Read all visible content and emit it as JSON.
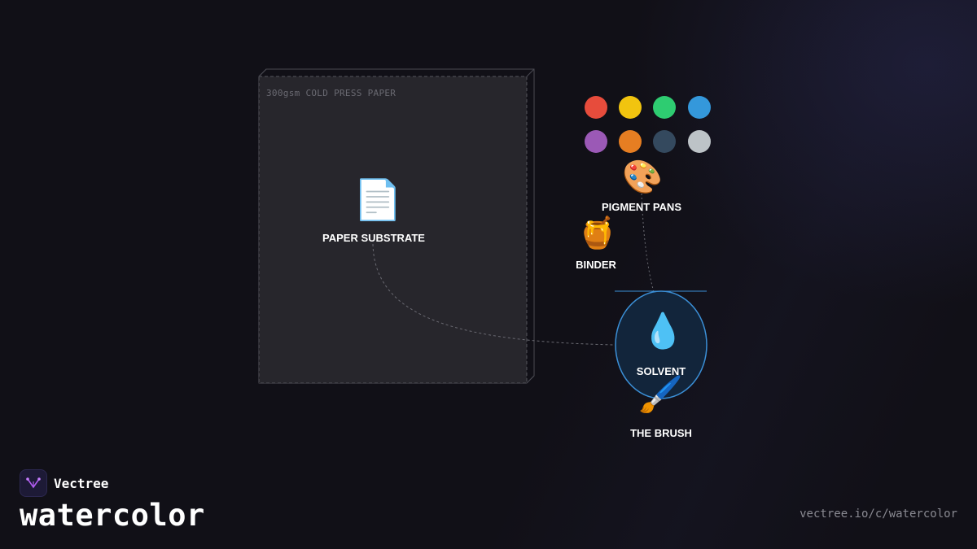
{
  "diagram": {
    "paper_caption": "300gsm COLD PRESS PAPER",
    "nodes": {
      "paper": {
        "label": "PAPER SUBSTRATE",
        "icon": "document-icon",
        "glyph": "📄"
      },
      "pigment": {
        "label": "PIGMENT PANS",
        "icon": "palette-icon",
        "glyph": "🎨"
      },
      "binder": {
        "label": "BINDER",
        "icon": "honey-pot-icon",
        "glyph": "🍯"
      },
      "solvent": {
        "label": "SOLVENT",
        "icon": "droplet-icon",
        "glyph": "💧"
      },
      "brush": {
        "label": "THE BRUSH",
        "icon": "paintbrush-icon",
        "glyph": "🖌️"
      }
    },
    "pigment_colors": [
      "#e74c3c",
      "#f1c40f",
      "#2ecc71",
      "#3498db",
      "#9b59b6",
      "#e67e22",
      "#34495e",
      "#bdc3c7"
    ],
    "accent_color": "#3b8fd6",
    "line_color": "#6a6a72"
  },
  "footer": {
    "brand_name": "Vectree",
    "title": "watercolor",
    "url": "vectree.io/c/watercolor"
  }
}
